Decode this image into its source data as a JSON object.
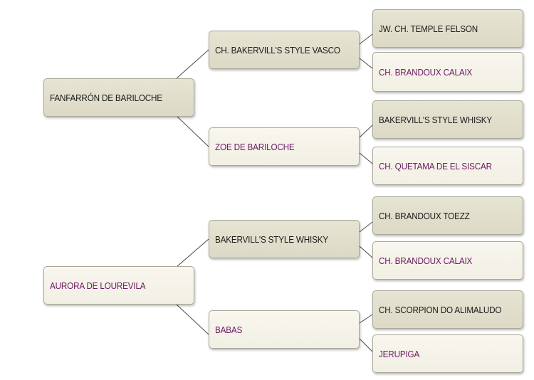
{
  "colors": {
    "male_box": "#dedcc8",
    "female_box": "#f4f2e8",
    "male_text": "#1a1a1a",
    "female_text": "#6b1a63",
    "border": "#a9a897",
    "connector": "#4a4a4a"
  },
  "pedigree": [
    {
      "name": "FANFARRÓN DE BARILOCHE",
      "sex": "male",
      "sire": {
        "name": "CH. BAKERVILL'S STYLE VASCO",
        "sex": "male",
        "sire": {
          "name": "JW. CH. TEMPLE FELSON",
          "sex": "male"
        },
        "dam": {
          "name": "CH. BRANDOUX CALAIX",
          "sex": "female"
        }
      },
      "dam": {
        "name": "ZOE DE BARILOCHE",
        "sex": "female",
        "sire": {
          "name": "BAKERVILL'S STYLE WHISKY",
          "sex": "male"
        },
        "dam": {
          "name": "CH. QUETAMA DE EL SISCAR",
          "sex": "female"
        }
      }
    },
    {
      "name": "AURORA DE LOUREVILA",
      "sex": "female",
      "sire": {
        "name": "BAKERVILL'S STYLE WHISKY",
        "sex": "male",
        "sire": {
          "name": "CH. BRANDOUX TOEZZ",
          "sex": "male"
        },
        "dam": {
          "name": "CH. BRANDOUX CALAIX",
          "sex": "female"
        }
      },
      "dam": {
        "name": "BABAS",
        "sex": "female",
        "sire": {
          "name": "CH. SCORPION DO ALIMALUDO",
          "sex": "male"
        },
        "dam": {
          "name": "JERUPIGA",
          "sex": "female"
        }
      }
    }
  ]
}
